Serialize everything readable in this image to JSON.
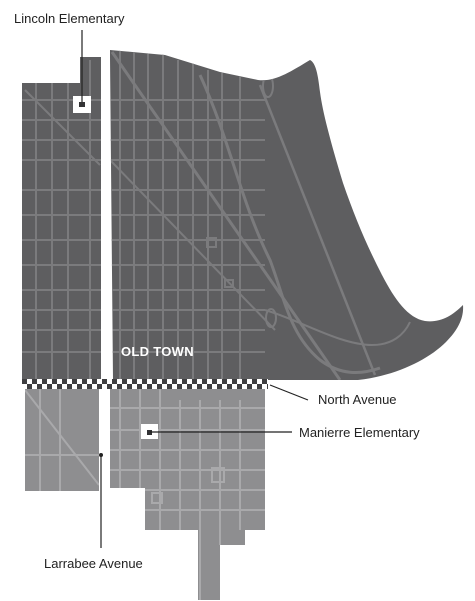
{
  "labels": {
    "lincoln": "Lincoln Elementary",
    "old_town": "OLD TOWN",
    "north_avenue": "North Avenue",
    "manierre": "Manierre Elementary",
    "larrabee": "Larrabee Avenue"
  },
  "colors": {
    "north_area": "#5e5e60",
    "south_area": "#8e8e90",
    "streets_north": "#7b7b7d",
    "streets_south": "#a9a9ab",
    "boundary_dash": "#3e3e40",
    "leader_line": "#222222",
    "school_marker": "#ffffff",
    "background": "#ffffff"
  }
}
